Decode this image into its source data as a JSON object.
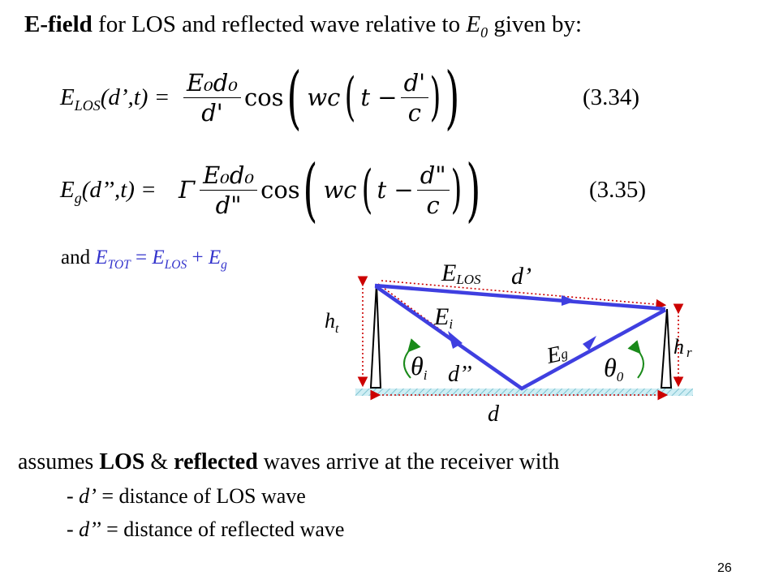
{
  "title": {
    "bold": "E-field",
    "text_pre": " for LOS and reflected wave relative to ",
    "e0_base": "E",
    "e0_sub": "0",
    "text_post": " given by:"
  },
  "eq1": {
    "lhs_base": "E",
    "lhs_sub": "LOS",
    "lhs_args": "(d’,t) =",
    "num": "E₀d₀",
    "den": "d'",
    "cos": "cos",
    "wc": "wc",
    "t": "t −",
    "inner_num": "d'",
    "inner_den": "c",
    "number": "(3.34)"
  },
  "eq2": {
    "lhs_base": "E",
    "lhs_sub": "g",
    "lhs_args": "(d’’,t) =",
    "gamma": "Γ",
    "num": "E₀d₀",
    "den": "d\"",
    "cos": "cos",
    "wc": "wc",
    "t": "t −",
    "inner_num": "d\"",
    "inner_den": "c",
    "number": "(3.35)"
  },
  "sum": {
    "prefix": "and ",
    "tot_base": "E",
    "tot_sub": "TOT",
    "eq": " = ",
    "los_base": "E",
    "los_sub": "LOS",
    "plus": " + ",
    "g_base": "E",
    "g_sub": "g"
  },
  "diagram": {
    "e_los": "E",
    "e_los_sub": "LOS",
    "d_prime": "d’",
    "e_i": "E",
    "e_i_sub": "i",
    "h_t": "h",
    "h_t_sub": "t",
    "h_r": "h",
    "h_r_sub": "r",
    "e_g": "E",
    "e_g_sub": "g",
    "theta_i": "θ",
    "theta_i_sub": "i",
    "theta_0": "θ",
    "theta_0_sub": "0",
    "d_dprime": "d’’",
    "d": "d",
    "colors": {
      "wave": "#3f3fe0",
      "dotted": "#cc0000",
      "ground": "#9fd6e0",
      "arrow": "#1a8a1a"
    }
  },
  "assume": {
    "pre": "assumes  ",
    "los": "LOS",
    "amp": " & ",
    "reflected": "reflected",
    "post": " waves arrive at the receiver with"
  },
  "bullets": [
    {
      "dash": "- ",
      "var": "d’",
      "text": " = distance of LOS wave"
    },
    {
      "dash": "- ",
      "var": "d’’",
      "text": " = distance of reflected wave"
    }
  ],
  "page_number": "26"
}
